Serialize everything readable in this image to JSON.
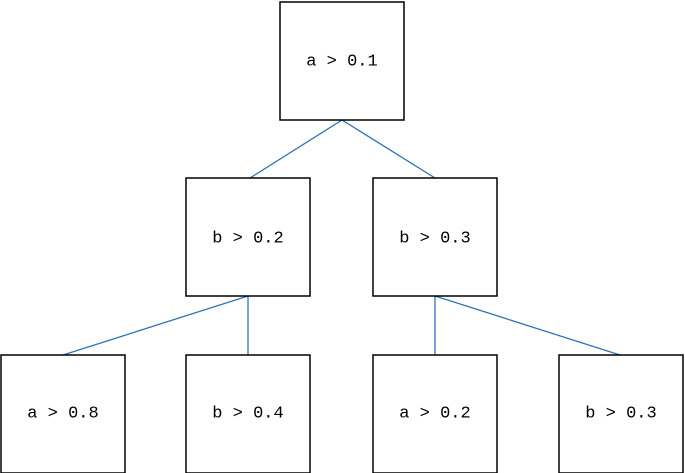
{
  "tree": {
    "nodes": [
      {
        "id": "root",
        "label": "a > 0.1"
      },
      {
        "id": "left",
        "label": "b > 0.2"
      },
      {
        "id": "right",
        "label": "b > 0.3"
      },
      {
        "id": "left-left",
        "label": "a > 0.8"
      },
      {
        "id": "left-right",
        "label": "b > 0.4"
      },
      {
        "id": "right-left",
        "label": "a > 0.2"
      },
      {
        "id": "right-right",
        "label": "b > 0.3"
      }
    ],
    "edges": [
      {
        "from": "root",
        "to": "left"
      },
      {
        "from": "root",
        "to": "right"
      },
      {
        "from": "left",
        "to": "left-left"
      },
      {
        "from": "left",
        "to": "left-right"
      },
      {
        "from": "right",
        "to": "right-left"
      },
      {
        "from": "right",
        "to": "right-right"
      }
    ],
    "edge_color": "#2e75b6",
    "box_border_color": "#000000"
  }
}
